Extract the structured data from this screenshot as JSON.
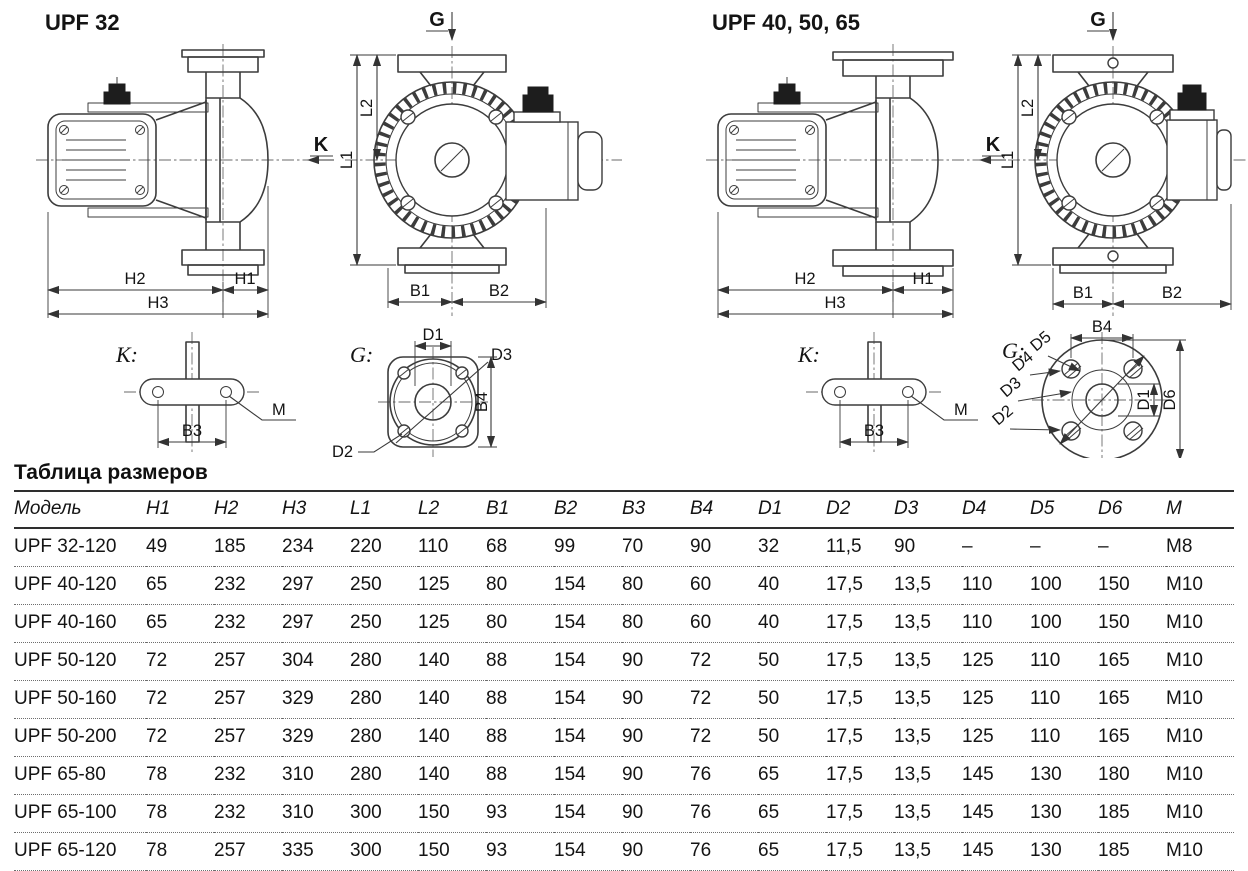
{
  "drawings": {
    "left": {
      "title": "UPF 32",
      "side": {
        "h1": "H1",
        "h2": "H2",
        "h3": "H3",
        "k": "K"
      },
      "front": {
        "g": "G",
        "l1": "L1",
        "l2": "L2",
        "b1": "B1",
        "b2": "B2"
      },
      "k_detail": {
        "title": "K:",
        "b3": "B3",
        "m": "M"
      },
      "g_detail": {
        "title": "G:",
        "d1": "D1",
        "d2": "D2",
        "d3": "D3",
        "b4": "B4"
      }
    },
    "right": {
      "title": "UPF 40, 50, 65",
      "side": {
        "h1": "H1",
        "h2": "H2",
        "h3": "H3",
        "k": "K"
      },
      "front": {
        "g": "G",
        "l1": "L1",
        "l2": "L2",
        "b1": "B1",
        "b2": "B2"
      },
      "k_detail": {
        "title": "K:",
        "b3": "B3",
        "m": "M"
      },
      "g_detail": {
        "title": "G:",
        "b4": "B4",
        "d1": "D1",
        "d2": "D2",
        "d3": "D3",
        "d4": "D4",
        "d5": "D5",
        "d6": "D6"
      }
    }
  },
  "table": {
    "title": "Таблица размеров",
    "columns": [
      "Модель",
      "H1",
      "H2",
      "H3",
      "L1",
      "L2",
      "B1",
      "B2",
      "B3",
      "B4",
      "D1",
      "D2",
      "D3",
      "D4",
      "D5",
      "D6",
      "M"
    ],
    "rows": [
      [
        "UPF 32-120",
        "49",
        "185",
        "234",
        "220",
        "110",
        "68",
        "99",
        "70",
        "90",
        "32",
        "11,5",
        "90",
        "–",
        "–",
        "–",
        "M8"
      ],
      [
        "UPF 40-120",
        "65",
        "232",
        "297",
        "250",
        "125",
        "80",
        "154",
        "80",
        "60",
        "40",
        "17,5",
        "13,5",
        "110",
        "100",
        "150",
        "M10"
      ],
      [
        "UPF 40-160",
        "65",
        "232",
        "297",
        "250",
        "125",
        "80",
        "154",
        "80",
        "60",
        "40",
        "17,5",
        "13,5",
        "110",
        "100",
        "150",
        "M10"
      ],
      [
        "UPF 50-120",
        "72",
        "257",
        "304",
        "280",
        "140",
        "88",
        "154",
        "90",
        "72",
        "50",
        "17,5",
        "13,5",
        "125",
        "110",
        "165",
        "M10"
      ],
      [
        "UPF 50-160",
        "72",
        "257",
        "329",
        "280",
        "140",
        "88",
        "154",
        "90",
        "72",
        "50",
        "17,5",
        "13,5",
        "125",
        "110",
        "165",
        "M10"
      ],
      [
        "UPF 50-200",
        "72",
        "257",
        "329",
        "280",
        "140",
        "88",
        "154",
        "90",
        "72",
        "50",
        "17,5",
        "13,5",
        "125",
        "110",
        "165",
        "M10"
      ],
      [
        "UPF 65-80",
        "78",
        "232",
        "310",
        "280",
        "140",
        "88",
        "154",
        "90",
        "76",
        "65",
        "17,5",
        "13,5",
        "145",
        "130",
        "180",
        "M10"
      ],
      [
        "UPF 65-100",
        "78",
        "232",
        "310",
        "300",
        "150",
        "93",
        "154",
        "90",
        "76",
        "65",
        "17,5",
        "13,5",
        "145",
        "130",
        "185",
        "M10"
      ],
      [
        "UPF 65-120",
        "78",
        "257",
        "335",
        "300",
        "150",
        "93",
        "154",
        "90",
        "76",
        "65",
        "17,5",
        "13,5",
        "145",
        "130",
        "185",
        "M10"
      ]
    ]
  }
}
